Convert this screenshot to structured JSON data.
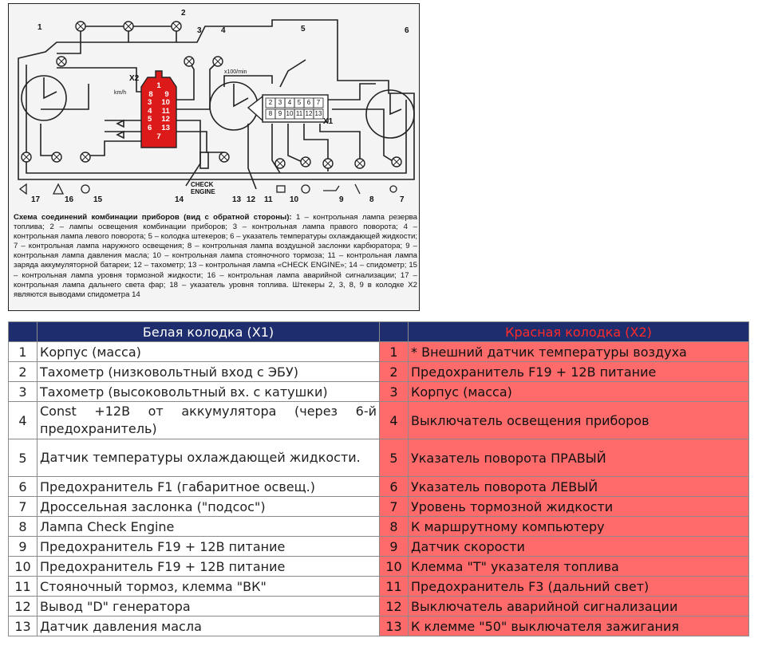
{
  "diagram": {
    "connector_x2_label": "X2",
    "connector_x1_label": "X1",
    "speedo_unit": "km/h",
    "tacho_unit": "x100/min",
    "check_engine_label": "CHECK ENGINE",
    "x2_pins": [
      "1",
      "8",
      "9",
      "3",
      "10",
      "4",
      "11",
      "5",
      "12",
      "6",
      "13",
      "7"
    ],
    "x1_pins": [
      "2",
      "3",
      "4",
      "5",
      "6",
      "7",
      "8",
      "9",
      "10",
      "11",
      "12",
      "13"
    ],
    "callouts": [
      "1",
      "2",
      "3",
      "4",
      "5",
      "6",
      "17",
      "16",
      "15",
      "14",
      "13",
      "12",
      "11",
      "10",
      "9",
      "8",
      "7"
    ],
    "caption_title": "Схема соединений комбинации приборов (вид с обратной стороны):",
    "caption_text": " 1 – контрольная лампа резерва топлива; 2 – лампы освещения комбинации приборов; 3 – контрольная лампа правого поворота; 4 – контрольная лампа левого поворота; 5 – колодка штекеров; 6 – указатель температуры охлаждающей жидкости; 7 – контрольная лампа наружного освещения; 8 – контрольная лампа воздушной заслонки карбюратора; 9 – контрольная лампа давления масла; 10 – контрольная лампа стояночного тормоза; 11 – контрольная лампа заряда аккумуляторной батареи; 12 – тахометр; 13 – контрольная лампа «CHECK ENGINE»; 14 – спидометр; 15 – контрольная лампа уровня тормозной жидкости; 16 – контрольная лампа аварийной сигнализации; 17 – контрольная лампа дальнего света фар; 18 – указатель уровня топлива. Штекеры 2, 3, 8, 9 в колодке X2 являются выводами спидометра 14",
    "colors": {
      "x2_block": "#dd1a1a",
      "wire": "#222222"
    }
  },
  "table": {
    "header_white": "Белая колодка (X1)",
    "header_red": "Красная колодка (X2)",
    "colors": {
      "header_bg": "#1d2d6e",
      "red_cell": "#ff6b6b",
      "red_header_text": "#ff2a2a"
    },
    "rows": [
      {
        "n1": "1",
        "w": "Корпус (масса)",
        "n2": "1",
        "r": "* Внешний датчик температуры воздуха"
      },
      {
        "n1": "2",
        "w": "Тахометр (низковольтный вход с ЭБУ)",
        "n2": "2",
        "r": "Предохранитель F19 + 12В питание"
      },
      {
        "n1": "3",
        "w": "Тахометр (высоковольтный вх. с катушки)",
        "n2": "3",
        "r": "Корпус (масса)"
      },
      {
        "n1": "4",
        "w": "Const +12В от аккумулятора (через 6-й предохранитель)",
        "n2": "4",
        "r": "Выключатель освещения приборов"
      },
      {
        "n1": "5",
        "w": "Датчик температуры охлаждающей жидкости.",
        "n2": "5",
        "r": "Указатель поворота ПРАВЫЙ"
      },
      {
        "n1": "6",
        "w": "Предохранитель F1 (габаритное освещ.)",
        "n2": "6",
        "r": "Указатель поворота ЛЕВЫЙ"
      },
      {
        "n1": "7",
        "w": "Дроссельная заслонка (\"подсос\")",
        "n2": "7",
        "r": "Уровень тормозной жидкости"
      },
      {
        "n1": "8",
        "w": "Лампа Check Engine",
        "n2": "8",
        "r": "К маршрутному компьютеру"
      },
      {
        "n1": "9",
        "w": "Предохранитель F19 + 12В питание",
        "n2": "9",
        "r": "Датчик скорости"
      },
      {
        "n1": "10",
        "w": "Предохранитель F19 + 12В питание",
        "n2": "10",
        "r": "Клемма \"Т\" указателя топлива"
      },
      {
        "n1": "11",
        "w": "Стояночный тормоз, клемма \"ВК\"",
        "n2": "11",
        "r": "Предохранитель F3 (дальний свет)"
      },
      {
        "n1": "12",
        "w": "Вывод \"D\" генератора",
        "n2": "12",
        "r": "Выключатель аварийной сигнализации"
      },
      {
        "n1": "13",
        "w": "Датчик давления масла",
        "n2": "13",
        "r": "К клемме \"50\" выключателя зажигания"
      }
    ]
  }
}
